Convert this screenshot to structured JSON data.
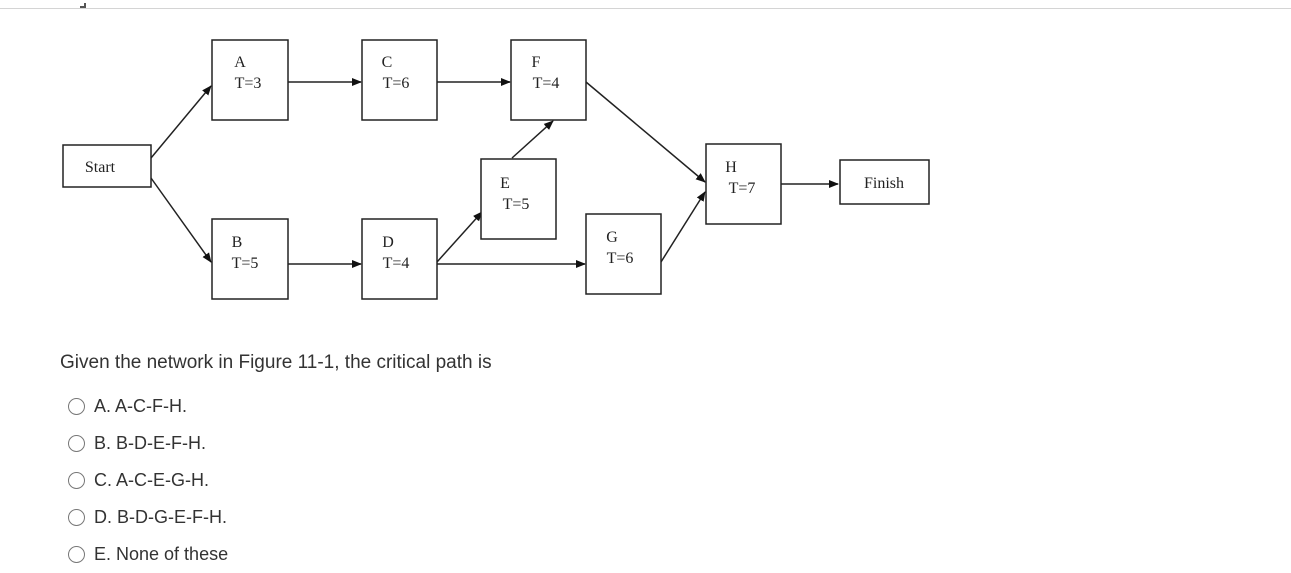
{
  "figure": {
    "nodes": [
      {
        "id": "start",
        "label": "Start",
        "duration": ""
      },
      {
        "id": "a",
        "label": "A",
        "duration": "T=3"
      },
      {
        "id": "b",
        "label": "B",
        "duration": "T=5"
      },
      {
        "id": "c",
        "label": "C",
        "duration": "T=6"
      },
      {
        "id": "d",
        "label": "D",
        "duration": "T=4"
      },
      {
        "id": "e",
        "label": "E",
        "duration": "T=5"
      },
      {
        "id": "f",
        "label": "F",
        "duration": "T=4"
      },
      {
        "id": "g",
        "label": "G",
        "duration": "T=6"
      },
      {
        "id": "h",
        "label": "H",
        "duration": "T=7"
      },
      {
        "id": "finish",
        "label": "Finish",
        "duration": ""
      }
    ],
    "edges": [
      [
        "start",
        "a"
      ],
      [
        "start",
        "b"
      ],
      [
        "a",
        "c"
      ],
      [
        "c",
        "f"
      ],
      [
        "b",
        "d"
      ],
      [
        "d",
        "e"
      ],
      [
        "d",
        "g"
      ],
      [
        "e",
        "f"
      ],
      [
        "f",
        "h"
      ],
      [
        "g",
        "h"
      ],
      [
        "h",
        "finish"
      ]
    ]
  },
  "question": {
    "text": "Given the network in Figure 11-1, the critical path is",
    "options": [
      {
        "label": "A. A-C-F-H."
      },
      {
        "label": "B. B-D-E-F-H."
      },
      {
        "label": "C. A-C-E-G-H."
      },
      {
        "label": "D. B-D-G-E-F-H."
      },
      {
        "label": "E. None of these"
      }
    ]
  }
}
